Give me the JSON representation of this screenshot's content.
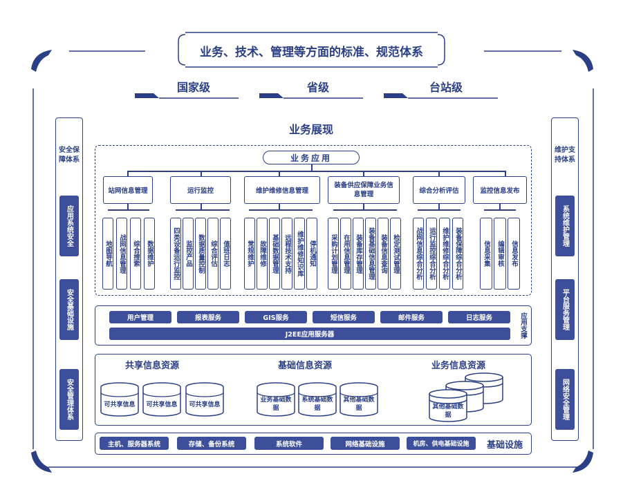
{
  "header": {
    "standards_title": "业务、技术、管理等方面的标准、规范体系",
    "levels": [
      "国家级",
      "省级",
      "台站级"
    ]
  },
  "left_column": {
    "title": "安全保障体系",
    "items": [
      "应用系统安全",
      "安全基础设施",
      "安全管理体系"
    ]
  },
  "right_column": {
    "title": "维护支持体系",
    "items": [
      "系统维护管理",
      "平台服务管理",
      "网络安全管理"
    ]
  },
  "business_display": {
    "title": "业务展现",
    "app_label": "业务应用",
    "groups": [
      {
        "name": "站网信息管理",
        "items": [
          "地图导航",
          "战网信息管理",
          "综合搜索",
          "数据维护"
        ]
      },
      {
        "name": "运行监控",
        "items": [
          "四类设备运行监控",
          "监控产品",
          "数据质量控制",
          "综合评估",
          "值班日志"
        ]
      },
      {
        "name": "维护维修信息管理",
        "items": [
          "常规维护",
          "故障维修",
          "基础数据管理",
          "远程技术支持",
          "维护维修知识库",
          "停机通知"
        ]
      },
      {
        "name": "装备供应保障业务信息管理",
        "items": [
          "采购计划管理",
          "在用信息管理",
          "装备库存管理",
          "装备基础信息管理",
          "装备信息查询",
          "检定测试管理"
        ]
      },
      {
        "name": "综合分析评估",
        "items": [
          "战网信息综合分析",
          "运行监控综合分析",
          "维护维修综合分析",
          "装备保障综合分析"
        ]
      },
      {
        "name": "监控信息发布",
        "items": [
          "信息采集",
          "编辑审核",
          "信息发布"
        ]
      }
    ]
  },
  "app_support": {
    "label": "应用支撑",
    "services": [
      "用户管理",
      "报表服务",
      "GIS服务",
      "短信服务",
      "邮件服务",
      "日志服务"
    ],
    "server": "J2EE应用服务器"
  },
  "resources": {
    "shared": {
      "title": "共享信息资源",
      "items": [
        "可共享信息",
        "可共享信息",
        "可共享信息"
      ]
    },
    "basic": {
      "title": "基础信息资源",
      "items": [
        "业务基础数据",
        "系统基础数据",
        "其他基础数据"
      ]
    },
    "business": {
      "title": "业务信息资源",
      "items": [
        "其他基础数据"
      ]
    }
  },
  "infrastructure": {
    "label": "基础设施",
    "items": [
      "主机、服务器系统",
      "存储、备份系统",
      "系统软件",
      "网络基础设施",
      "机房、供电基础设施"
    ]
  },
  "colors": {
    "primary": "#2b3f86",
    "fill": "#3d4f9a"
  }
}
